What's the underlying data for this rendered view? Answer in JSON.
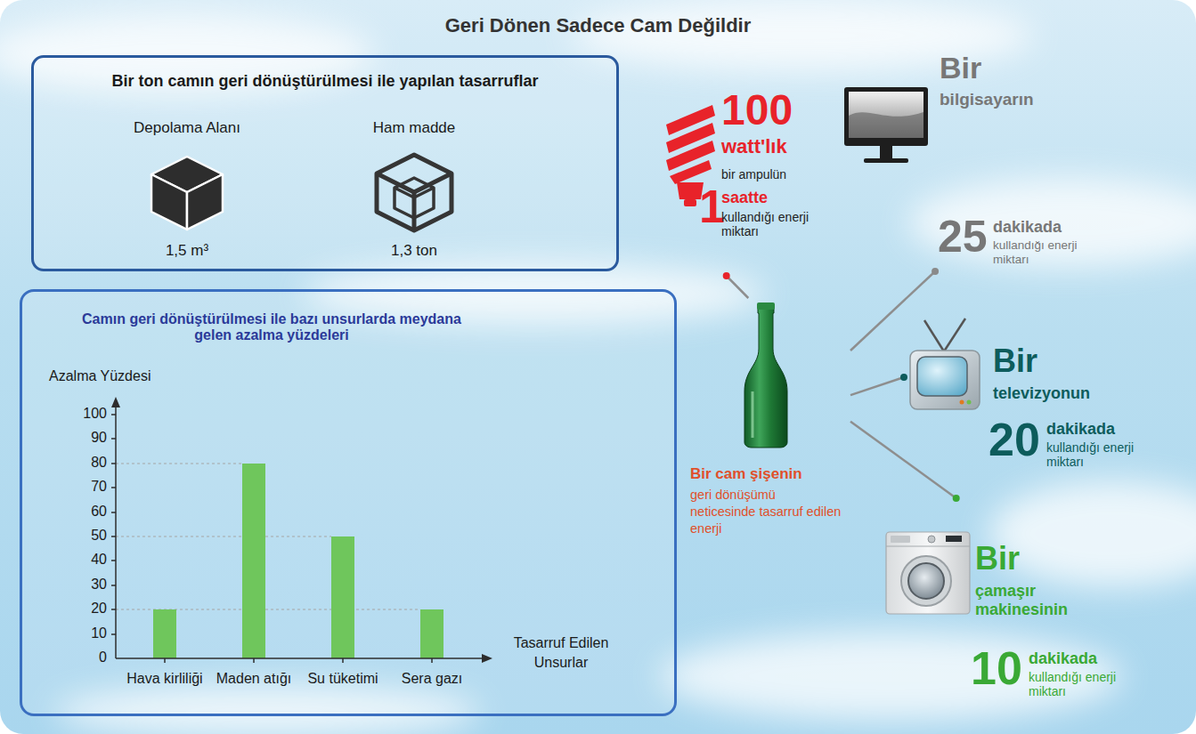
{
  "diagram": {
    "title": "Geri Dönen Sadece Cam Değildir",
    "nodes": [
      {
        "text": [
          "Bir ton camın geri dönüştürülmesi ile yapılan tasarruflar"
        ]
      },
      {
        "text": [
          "Depolama Alanı",
          "1,5 m³"
        ],
        "in": 0
      },
      {
        "text": [
          "Ham madde",
          "1,3 ton"
        ],
        "in": 0
      },
      {
        "text": [
          "Camın geri dönüştürülmesi ile bazı unsurlarda meydana gelen azalma yüzdeleri"
        ]
      },
      {
        "text": [
          "Bir cam şişenin",
          "geri dönüşümü neticesinde tasarruf edilen enerji"
        ]
      },
      {
        "text": [
          "100",
          "watt'lık",
          "bir ampulün",
          "1",
          "saatte",
          "kullandığı enerji miktarı"
        ]
      },
      {
        "text": [
          "Bir",
          "bilgisayarın",
          "25",
          "dakikada",
          "kullandığı enerji miktarı"
        ]
      },
      {
        "text": [
          "Bir",
          "televizyonun",
          "20",
          "dakikada",
          "kullandığı enerji miktarı"
        ]
      },
      {
        "text": [
          "Bir",
          "çamaşır makinesinin",
          "10",
          "dakikada",
          "kullandığı enerji miktarı"
        ]
      }
    ],
    "edges": [
      {
        "from": 4,
        "to": 5,
        "arrow": "none"
      },
      {
        "from": 4,
        "to": 6,
        "arrow": "none"
      },
      {
        "from": 4,
        "to": 7,
        "arrow": "none"
      },
      {
        "from": 4,
        "to": 8,
        "arrow": "none"
      }
    ],
    "labels": [
      "Azalma Yüzdesi",
      "100",
      "90",
      "80",
      "70",
      "60",
      "50",
      "40",
      "30",
      "20",
      "10",
      "0",
      "Hava kirliliği",
      "Maden atığı",
      "Su tüketimi",
      "Sera gazı",
      "Tasarruf Edilen Unsurlar"
    ]
  }
}
